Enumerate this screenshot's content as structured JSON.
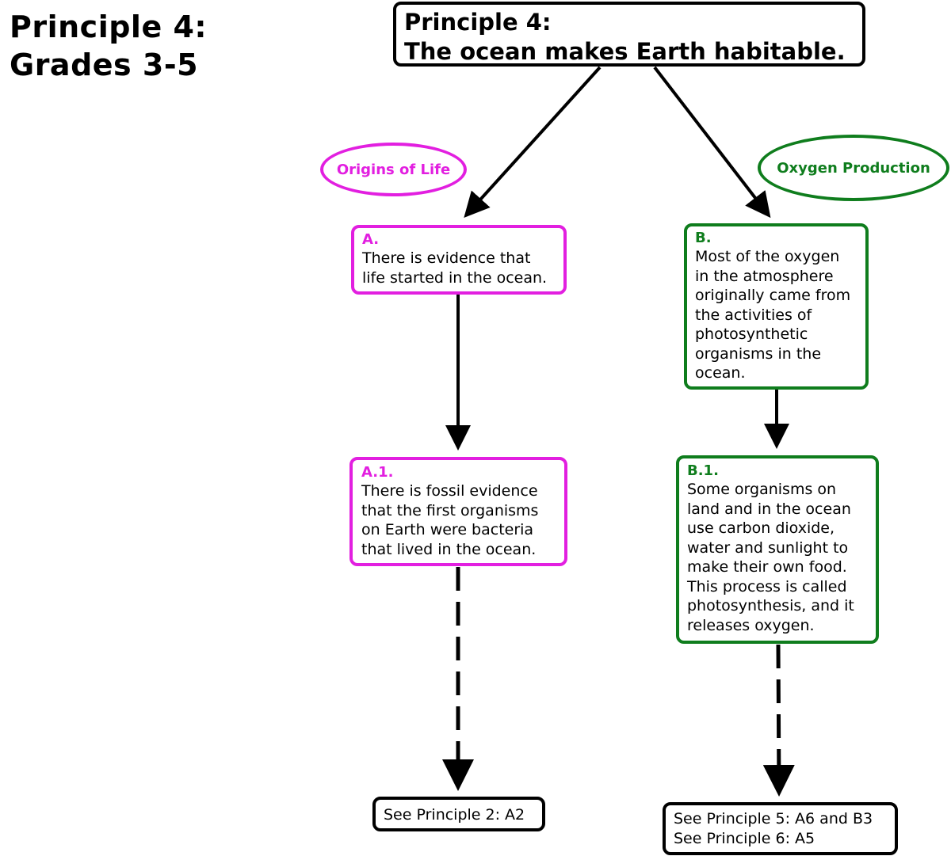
{
  "page_title": {
    "line1": "Principle 4:",
    "line2": "Grades 3-5"
  },
  "main_concept": {
    "line1": "Principle 4:",
    "line2": "The ocean makes Earth habitable."
  },
  "themes": [
    {
      "label": "Origins of Life",
      "color": "#e21fe0"
    },
    {
      "label": "Oxygen Production",
      "color": "#0f7d1d"
    }
  ],
  "concepts": {
    "A": {
      "label": "A.",
      "lines": [
        "There is evidence that",
        "life started in the ocean."
      ]
    },
    "A1": {
      "label": "A.1.",
      "lines": [
        "There is fossil evidence",
        "that the first organisms",
        "on Earth were bacteria",
        "that lived in the ocean."
      ]
    },
    "B": {
      "label": "B.",
      "lines": [
        "Most of the oxygen",
        "in the atmosphere",
        "originally came from",
        "the activities of",
        "photosynthetic",
        "organisms in the",
        "ocean."
      ]
    },
    "B1": {
      "label": "B.1.",
      "lines": [
        "Some organisms on",
        "land and in the ocean",
        "use carbon dioxide,",
        "water and sunlight to",
        "make their own food.",
        "This process is called",
        "photosynthesis, and it",
        "releases oxygen."
      ]
    }
  },
  "references": {
    "A": [
      "See Principle 2: A2"
    ],
    "B": [
      "See Principle 5: A6 and B3",
      "See Principle 6: A5"
    ]
  },
  "colors": {
    "origins": "#e21fe0",
    "oxygen": "#0f7d1d",
    "line": "#000000"
  }
}
